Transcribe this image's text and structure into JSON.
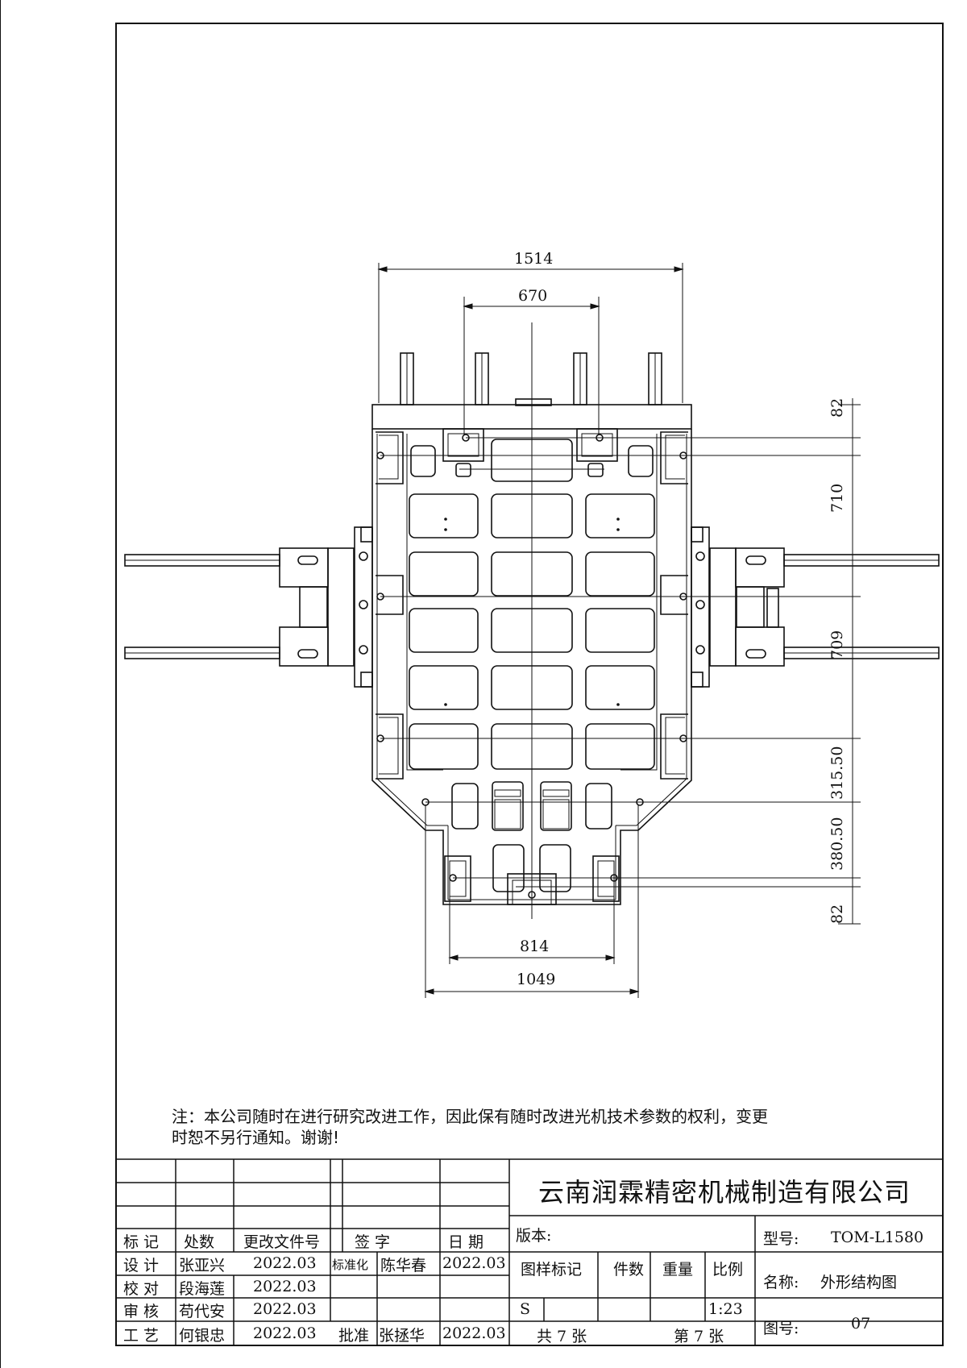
{
  "drawing": {
    "dimensions": {
      "overall_width": "1514",
      "inner_width": "670",
      "bottom_inner_width": "814",
      "bottom_outer_width": "1049",
      "right_dims": [
        "82",
        "710",
        "709",
        "315.50",
        "380.50",
        "82"
      ]
    }
  },
  "note": {
    "line1": "注：本公司随时在进行研究改进工作，因此保有随时改进光机技术参数的权利，变更",
    "line2": "时恕不另行通知。谢谢!"
  },
  "title_block": {
    "company": "云南润霖精密机械制造有限公司",
    "headers": {
      "mark": "标 记",
      "count": "处数",
      "change_doc": "更改文件号",
      "sign": "签 字",
      "date": "日 期"
    },
    "rows": [
      {
        "role": "设 计",
        "name": "张亚兴",
        "date": "2022.03"
      },
      {
        "role": "校 对",
        "name": "段海莲",
        "date": "2022.03"
      },
      {
        "role": "审 核",
        "name": "苟代安",
        "date": "2022.03"
      },
      {
        "role": "工 艺",
        "name": "何银忠",
        "date": "2022.03"
      }
    ],
    "standardization": {
      "label": "标准化",
      "name": "陈华春",
      "date": "2022.03"
    },
    "approval": {
      "label": "批准",
      "name": "张拯华",
      "date": "2022.03"
    },
    "version_label": "版本:",
    "pattern_mark_label": "图样标记",
    "pieces_label": "件数",
    "weight_label": "重量",
    "scale_label": "比例",
    "pattern_mark_value": "S",
    "scale_value": "1:23",
    "total_sheets": "共 7  张",
    "sheet_no": "第 7  张",
    "model_label": "型号:",
    "model_value": "TOM-L1580",
    "name_label": "名称:",
    "name_value": "外形结构图",
    "drawing_no_label": "图号:",
    "drawing_no_value": "07"
  }
}
